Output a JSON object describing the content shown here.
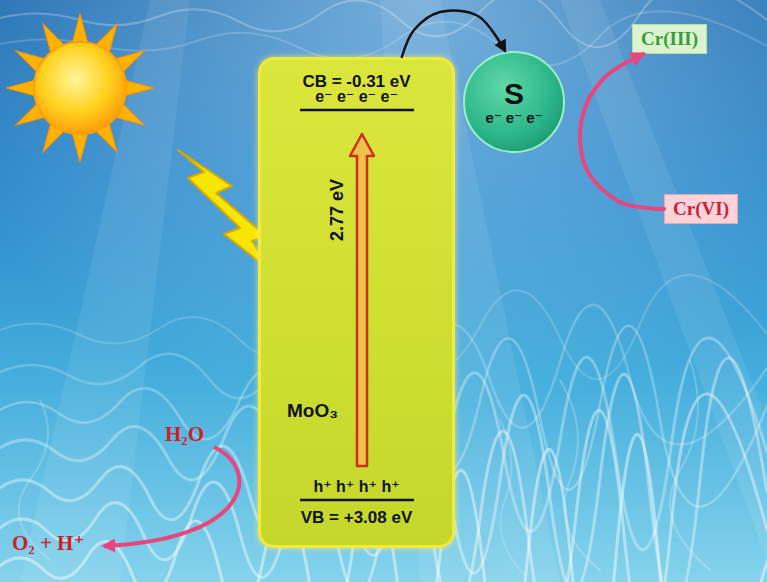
{
  "diagram": {
    "nodes": [
      {
        "text": [
          "CB = -0.31 eV",
          "e⁻ e⁻ e⁻ e⁻",
          "2.77 eV",
          "MoO₃",
          "h⁺ h⁺ h⁺ h⁺",
          "VB = +3.08 eV"
        ]
      },
      {
        "text": [
          "S",
          "e⁻ e⁻ e⁻"
        ]
      },
      {
        "text": [
          "Cr(III)"
        ]
      },
      {
        "text": [
          "Cr(VI)"
        ]
      }
    ],
    "edges": [
      {
        "from": 0,
        "to": 1,
        "arrow": "to"
      },
      {
        "from": 3,
        "to": 2,
        "arrow": "to"
      }
    ],
    "labels": [
      "H₂O",
      "O₂ + H⁺"
    ]
  }
}
